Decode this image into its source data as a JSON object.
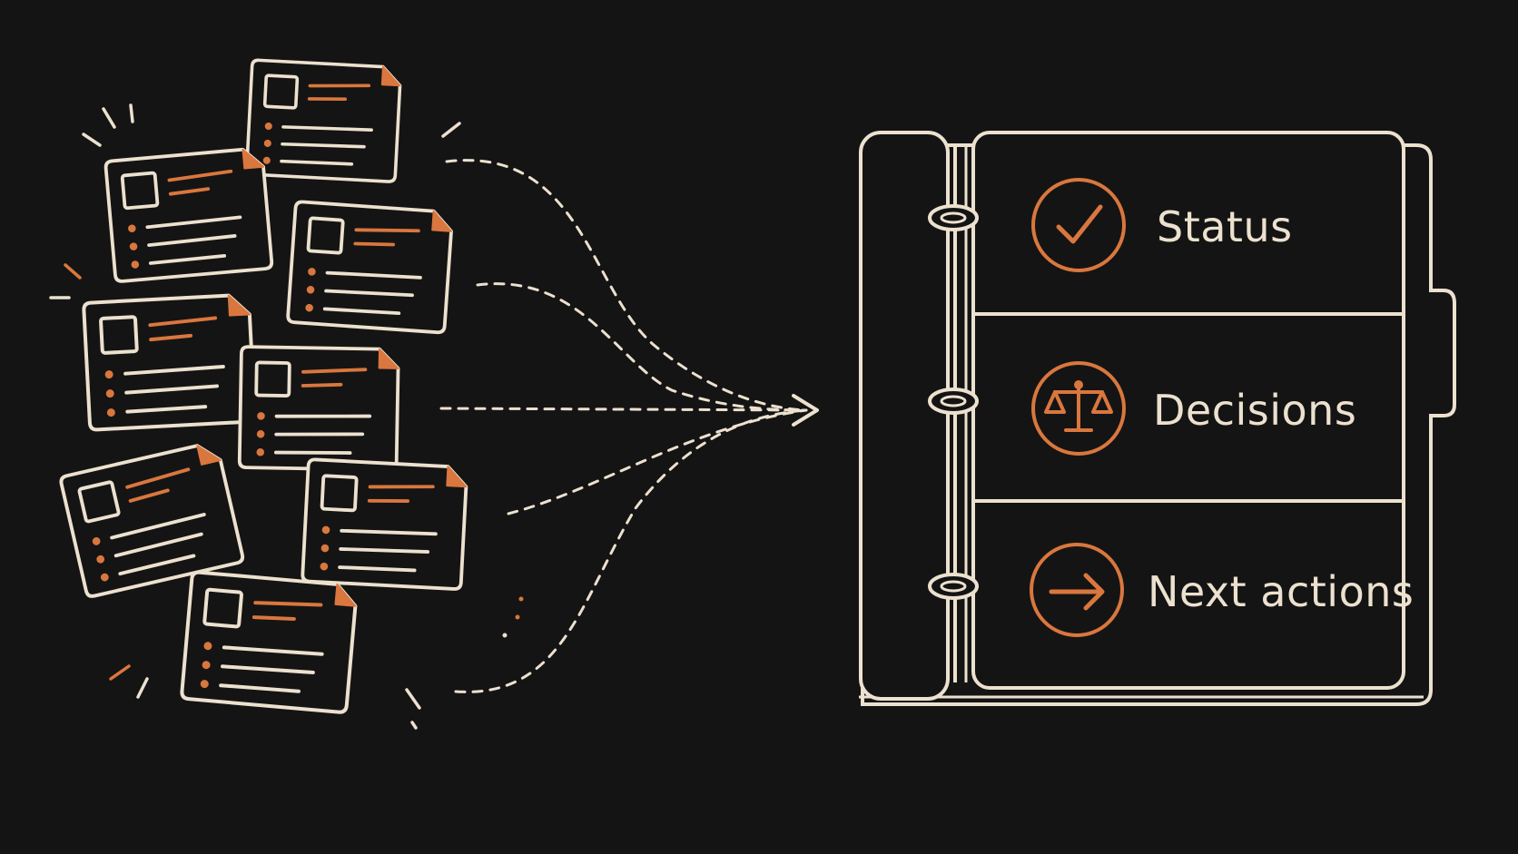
{
  "binder": {
    "sections": [
      {
        "label": "Status",
        "icon": "checkmark-icon"
      },
      {
        "label": "Decisions",
        "icon": "scales-icon"
      },
      {
        "label": "Next actions",
        "icon": "arrow-right-icon"
      }
    ]
  },
  "colors": {
    "background": "#151414",
    "line": "#ece1cf",
    "accent": "#d9773e"
  }
}
